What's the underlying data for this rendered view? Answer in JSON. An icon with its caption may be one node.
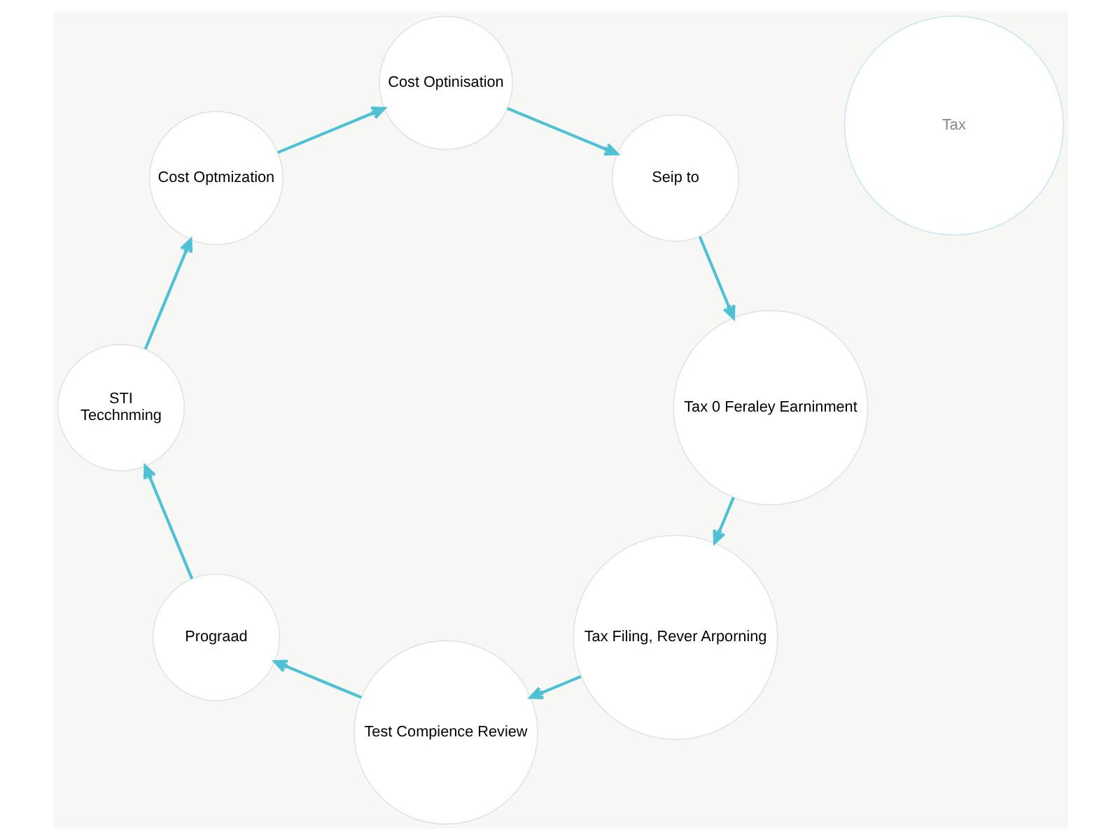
{
  "diagram": {
    "nodes": [
      {
        "text": [
          "Tax Filing, Rever Arporning"
        ]
      },
      {
        "text": [
          "Tax 0 Feraley Earninment"
        ]
      },
      {
        "text": [
          "Test Compience Review"
        ]
      },
      {
        "text": [
          "Seip to"
        ]
      },
      {
        "text": [
          "Tax"
        ]
      },
      {
        "text": [
          "Prograad"
        ]
      },
      {
        "text": [
          "Cost Optinisation"
        ]
      },
      {
        "text": [
          "STI",
          "Tecchnming"
        ]
      },
      {
        "text": [
          "Cost Optmization"
        ]
      }
    ],
    "edges": [
      {
        "from": 1,
        "to": 0,
        "arrow": "to"
      },
      {
        "from": 0,
        "to": 2,
        "arrow": "to"
      },
      {
        "from": 2,
        "to": 5,
        "arrow": "to"
      },
      {
        "from": 5,
        "to": 7,
        "arrow": "to"
      },
      {
        "from": 7,
        "to": 8,
        "arrow": "to"
      },
      {
        "from": 8,
        "to": 6,
        "arrow": "to"
      },
      {
        "from": 6,
        "to": 3,
        "arrow": "to"
      },
      {
        "from": 3,
        "to": 1,
        "arrow": "to"
      }
    ]
  }
}
